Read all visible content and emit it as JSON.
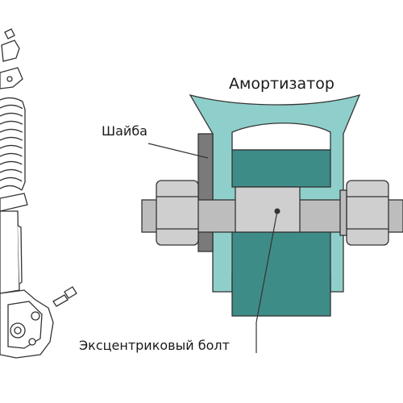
{
  "labels": {
    "shock_absorber": "Амортизатор",
    "washer": "Шайба",
    "eccentric_bolt": "Эксцентриковый болт"
  },
  "colors": {
    "bracket": "#8fcfcb",
    "body_dark": "#3e8c88",
    "bolt_light": "#cfcfcf",
    "bolt_mid": "#bdbdbd",
    "washer": "#7a7a7a",
    "outline": "#333333",
    "text": "#1a1a1a",
    "background": "#ffffff"
  }
}
